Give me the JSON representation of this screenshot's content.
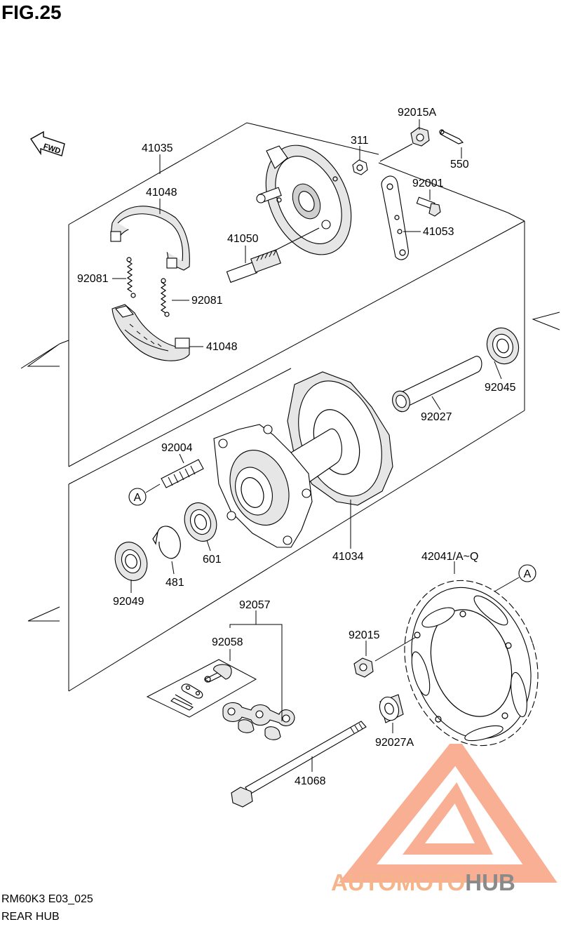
{
  "figure_title": "FIG.25",
  "direction_tag": "FWD",
  "callouts": [
    "A",
    "A"
  ],
  "part_numbers": {
    "brake_panel_assy": "41035",
    "brake_shoe_upper": "41048",
    "brake_shoe_lower": "41048",
    "shoe_spring_left": "92081",
    "shoe_spring_right": "92081",
    "brake_cam": "41050",
    "cam_lever_nut": "311",
    "cotter_nut": "92015A",
    "cotter_pin": "550",
    "lever_bolt": "92001",
    "brake_cam_lever": "41053",
    "bearing_right": "92045",
    "spacer_long": "92027",
    "hub_stud": "92004",
    "bearing_left": "601",
    "circlip": "481",
    "rear_hub": "41034",
    "oil_seal": "92049",
    "sprocket": "42041/A~Q",
    "drive_chain": "92057",
    "chain_joint": "92058",
    "sprocket_nut": "92015",
    "sprocket_spacer": "92027A",
    "axle": "41068"
  },
  "footer": {
    "code": "RM60K3 E03_025",
    "name": "REAR HUB"
  },
  "watermark": {
    "part1": "AUTOMOTO",
    "part2": "HUB",
    "color_accent": "#f6a07a",
    "color_gray": "#8a8a8a"
  }
}
